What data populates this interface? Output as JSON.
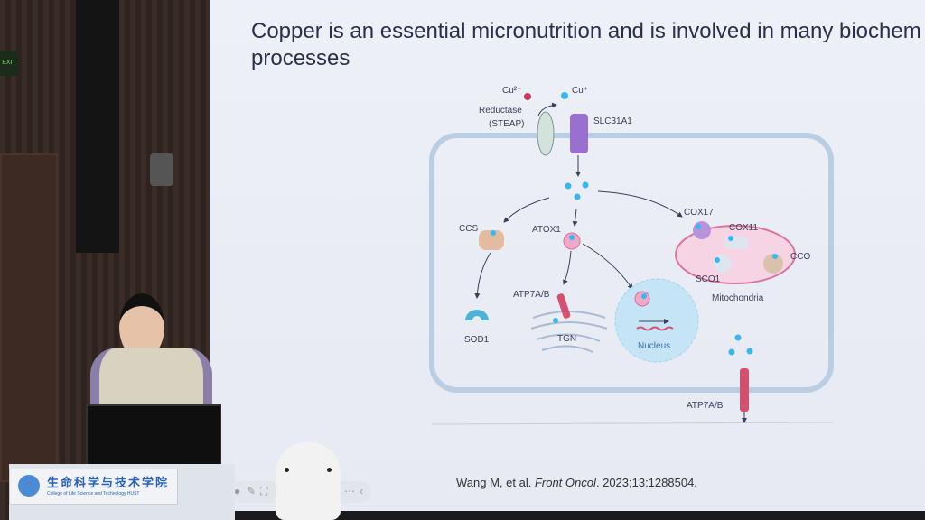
{
  "exit_sign": "EXIT",
  "slide": {
    "title_line1": "Copper is an essential micronutrition and is involved in many biochem",
    "title_line2": "processes",
    "citation_prefix": "Wang M, et al. ",
    "citation_journal": "Front Oncol",
    "citation_suffix": ". 2023;13:1288504."
  },
  "diagram": {
    "cu2": "Cu²⁺",
    "cu1": "Cu⁺",
    "reductase": "Reductase",
    "steap": "(STEAP)",
    "slc": "SLC31A1",
    "ccs": "CCS",
    "atox1": "ATOX1",
    "cox17": "COX17",
    "cox11": "COX11",
    "cco": "CCO",
    "sco1": "SCO1",
    "mito": "Mitochondria",
    "atp7_tgn": "ATP7A/B",
    "sod1": "SOD1",
    "tgn": "TGN",
    "nucleus": "Nucleus",
    "atp7_out": "ATP7A/B",
    "colors": {
      "copper": "#3bb6ea",
      "membrane": "#b9cde3",
      "transporter": "#9a6fd0",
      "atp7": "#d4506f"
    }
  },
  "podium": {
    "name_cn": "生命科学与技术学院",
    "name_en": "College of Life Science and Technology HUST"
  },
  "toolbar": {
    "icons": [
      "play-icon",
      "pen-icon",
      "fullscreen-icon",
      "more-icon",
      "back-icon"
    ]
  }
}
